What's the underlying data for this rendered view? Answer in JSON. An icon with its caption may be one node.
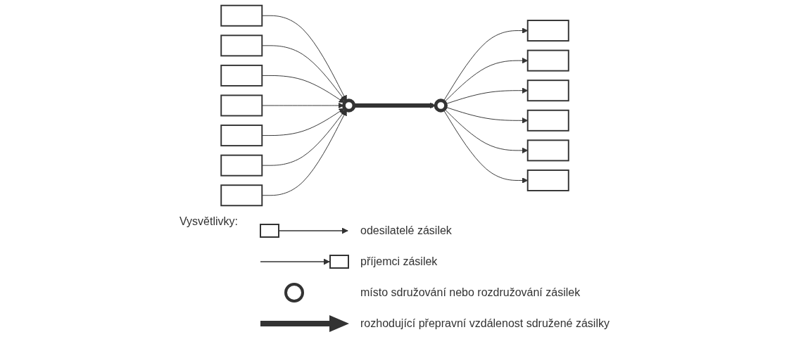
{
  "diagram": {
    "nodes": [
      {
        "text": [],
        "shape": "box"
      },
      {
        "text": [],
        "shape": "box"
      },
      {
        "text": [],
        "shape": "box"
      },
      {
        "text": [],
        "shape": "box"
      },
      {
        "text": [],
        "shape": "circle"
      },
      {
        "text": [],
        "shape": "box"
      },
      {
        "text": [],
        "shape": "box"
      },
      {
        "text": [],
        "shape": "box"
      },
      {
        "text": [],
        "shape": "box"
      },
      {
        "text": [],
        "shape": "box"
      },
      {
        "text": [],
        "shape": "box"
      },
      {
        "text": [],
        "shape": "box"
      },
      {
        "text": [],
        "shape": "circle"
      },
      {
        "text": [],
        "shape": "box"
      },
      {
        "text": [],
        "shape": "box"
      }
    ],
    "edges": [
      {
        "from": 0,
        "to": 4,
        "arrow": "to"
      },
      {
        "from": 1,
        "to": 4,
        "arrow": "to"
      },
      {
        "from": 2,
        "to": 4,
        "arrow": "to"
      },
      {
        "from": 3,
        "to": 4,
        "arrow": "to"
      },
      {
        "from": 5,
        "to": 4,
        "arrow": "to"
      },
      {
        "from": 6,
        "to": 4,
        "arrow": "to"
      },
      {
        "from": 7,
        "to": 4,
        "arrow": "to"
      },
      {
        "from": 4,
        "to": 12,
        "arrow": "to",
        "style": "thick"
      },
      {
        "from": 12,
        "to": 8,
        "arrow": "to"
      },
      {
        "from": 12,
        "to": 9,
        "arrow": "to"
      },
      {
        "from": 12,
        "to": 10,
        "arrow": "to"
      },
      {
        "from": 12,
        "to": 11,
        "arrow": "to"
      },
      {
        "from": 12,
        "to": 13,
        "arrow": "to"
      },
      {
        "from": 12,
        "to": 14,
        "arrow": "to"
      }
    ],
    "labels": [
      "Vysvětlivky:"
    ],
    "legend": [
      {
        "text": "odesilatelé zásilek"
      },
      {
        "text": "příjemci zásilek"
      },
      {
        "text": "místo sdružování nebo rozdružování zásilek"
      },
      {
        "text": "rozhodující přepravní vzdálenost sdružené zásilky"
      }
    ]
  }
}
